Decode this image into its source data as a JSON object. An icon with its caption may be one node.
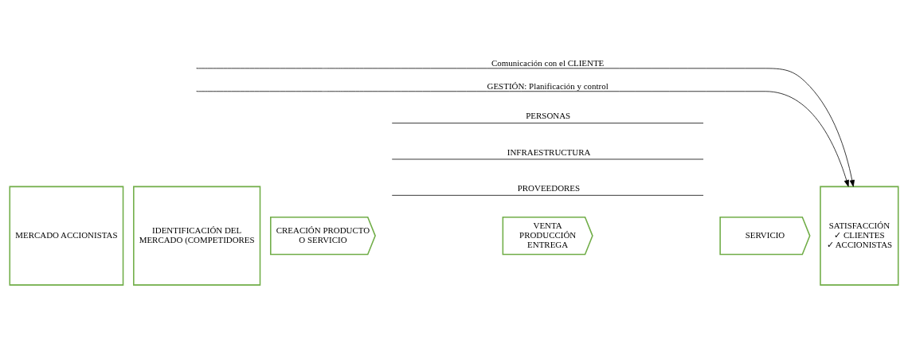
{
  "diagram": {
    "nodes": [
      {
        "text": [
          "MERCADO ACCIONISTAS"
        ]
      },
      {
        "text": [
          "IDENTIFICACIÓN DEL MERCADO (COMPETIDORES"
        ]
      },
      {
        "text": [
          "CREACIÓN PRODUCTO O SERVICIO"
        ]
      },
      {
        "text": [
          "VENTA PRODUCCIÓN ENTREGA"
        ]
      },
      {
        "text": [
          "SERVICIO"
        ]
      },
      {
        "text": [
          "SATISFACCIÓN",
          "✓ CLIENTES",
          "✓ ACCIONISTAS"
        ]
      }
    ],
    "edges": [
      {
        "from": null,
        "to": 5,
        "arrow": "to",
        "label": "Comunicación con el CLIENTE"
      },
      {
        "from": null,
        "to": 5,
        "arrow": "to",
        "label": "GESTIÓN: Planificación y control"
      }
    ],
    "labels": [
      "PERSONAS",
      "INFRAESTRUCTURA",
      "PROVEEDORES"
    ]
  }
}
